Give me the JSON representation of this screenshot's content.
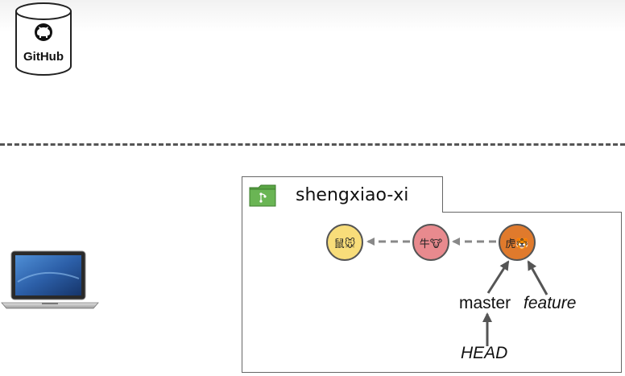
{
  "remote": {
    "logo_text": "GitHub"
  },
  "repo": {
    "name": "shengxiao-xi"
  },
  "commits": [
    {
      "id": "rat",
      "label": "鼠🐭",
      "color": "#f8dd7a"
    },
    {
      "id": "ox",
      "label": "牛🐮",
      "color": "#e88a8e"
    },
    {
      "id": "tiger",
      "label": "虎🐯",
      "color": "#e07a2c"
    }
  ],
  "refs": {
    "master": "master",
    "feature": "feature",
    "head": "HEAD"
  },
  "colors": {
    "folder": "#5aa544",
    "arrow_dashed": "#888888",
    "arrow_solid": "#555555",
    "divider": "#555555"
  },
  "icons": [
    "github-server-icon",
    "laptop-icon",
    "folder-branch-icon"
  ]
}
